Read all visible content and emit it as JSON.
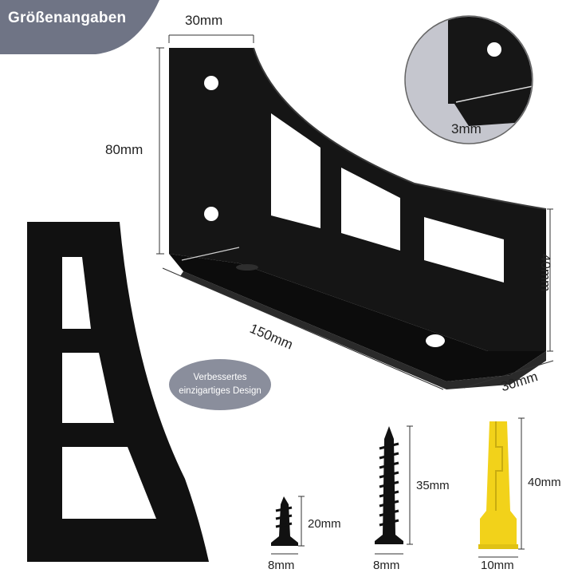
{
  "header": {
    "title": "Größenangaben",
    "color": "#6f7485"
  },
  "badge": {
    "line1": "Verbessertes",
    "line2": "einzigartiges Design",
    "color": "#8a8e9c"
  },
  "dimensions": {
    "bracket_width_top": "30mm",
    "bracket_height": "80mm",
    "bracket_length": "150mm",
    "bracket_front_height": "40mm",
    "bracket_depth": "30mm",
    "thickness": "3mm"
  },
  "hardware": {
    "screw_small": {
      "length": "20mm",
      "diameter": "8mm",
      "icon": "screw-icon"
    },
    "screw_large": {
      "length": "35mm",
      "diameter": "8mm",
      "icon": "screw-icon"
    },
    "anchor": {
      "length": "40mm",
      "diameter": "10mm",
      "icon": "wall-plug-icon",
      "color": "#f2d21a"
    }
  },
  "colors": {
    "bracket": "#111111",
    "background": "#ffffff"
  }
}
